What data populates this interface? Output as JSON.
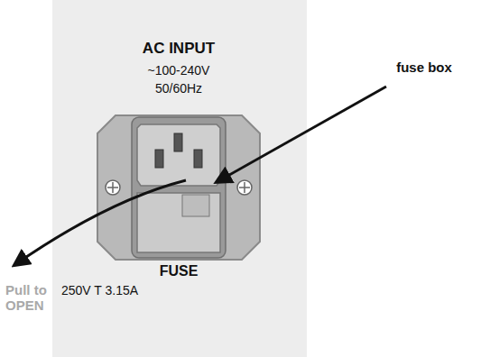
{
  "diagram": {
    "labels": [
      "AC INPUT",
      "~100-240V",
      "50/60Hz",
      "fuse box",
      "FUSE",
      "250V T 3.15A",
      "Pull to OPEN"
    ]
  }
}
